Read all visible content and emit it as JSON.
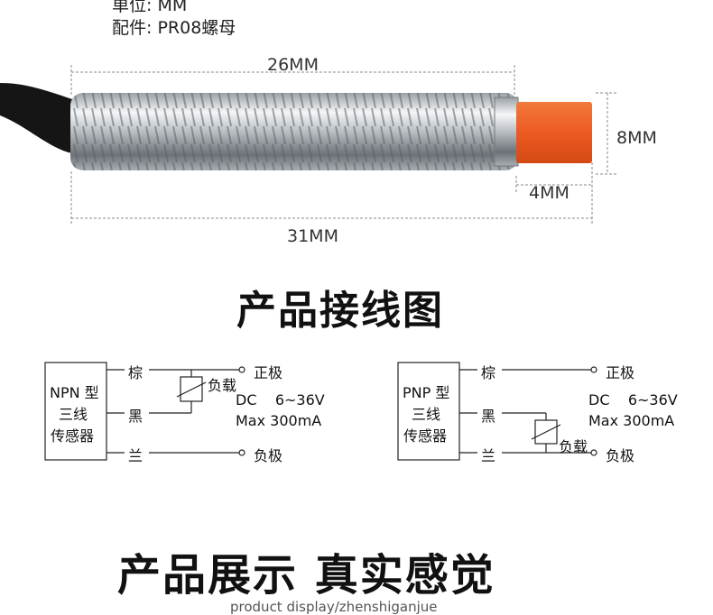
{
  "specs": {
    "unit": "单位: MM",
    "accessory": "配件: PR08螺母"
  },
  "dimensions": {
    "thread_length": "26MM",
    "total_length": "31MM",
    "diameter": "8MM",
    "head_length": "4MM"
  },
  "colors": {
    "sensor_head": "#ec5a22",
    "thread": "#c4c8cc",
    "cable": "#151515",
    "dim_line": "#888888"
  },
  "wiring": {
    "title": "产品接线图",
    "npn": {
      "type_label": "NPN 型",
      "line2": "三线",
      "line3": "传感器",
      "wire_brown": "棕",
      "wire_black": "黑",
      "wire_blue": "兰",
      "load": "负载",
      "positive": "正极",
      "negative": "负极",
      "supply": "DC    6~36V",
      "current": "Max 300mA"
    },
    "pnp": {
      "type_label": "PNP 型",
      "line2": "三线",
      "line3": "传感器",
      "wire_brown": "棕",
      "wire_black": "黑",
      "wire_blue": "兰",
      "load": "负载",
      "positive": "正极",
      "negative": "负极",
      "supply": "DC    6~36V",
      "current": "Max 300mA"
    }
  },
  "display": {
    "title": "产品展示 真实感觉",
    "subtitle": "product display/zhenshiganjue"
  }
}
